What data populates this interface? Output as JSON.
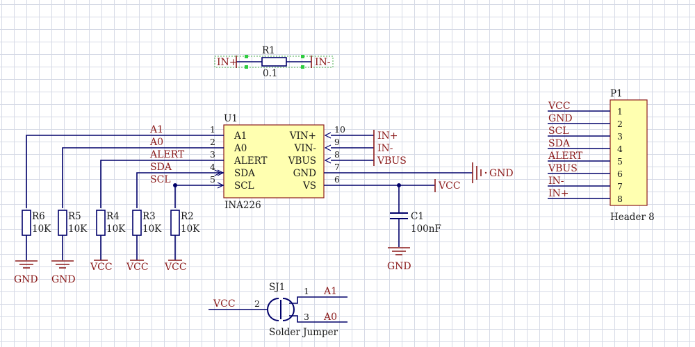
{
  "r1": {
    "ref": "R1",
    "value": "0.1",
    "left_net": "IN+",
    "right_net": "IN-"
  },
  "u1": {
    "ref": "U1",
    "part": "INA226",
    "left_pins": [
      {
        "num": "1",
        "name": "A1",
        "net": "A1"
      },
      {
        "num": "2",
        "name": "A0",
        "net": "A0"
      },
      {
        "num": "3",
        "name": "ALERT",
        "net": "ALERT"
      },
      {
        "num": "4",
        "name": "SDA",
        "net": "SDA"
      },
      {
        "num": "5",
        "name": "SCL",
        "net": "SCL"
      }
    ],
    "right_pins": [
      {
        "num": "10",
        "name": "VIN+",
        "net": "IN+"
      },
      {
        "num": "9",
        "name": "VIN-",
        "net": "IN-"
      },
      {
        "num": "8",
        "name": "VBUS",
        "net": "VBUS"
      },
      {
        "num": "7",
        "name": "GND",
        "net": "GND"
      },
      {
        "num": "6",
        "name": "VS",
        "net": "VCC"
      }
    ]
  },
  "resistors": [
    {
      "ref": "R6",
      "value": "10K",
      "power": "GND"
    },
    {
      "ref": "R5",
      "value": "10K",
      "power": "GND"
    },
    {
      "ref": "R4",
      "value": "10K",
      "power": "VCC"
    },
    {
      "ref": "R3",
      "value": "10K",
      "power": "VCC"
    },
    {
      "ref": "R2",
      "value": "10K",
      "power": "VCC"
    }
  ],
  "c1": {
    "ref": "C1",
    "value": "100nF",
    "power": "GND"
  },
  "p1": {
    "ref": "P1",
    "part": "Header 8",
    "pins": [
      {
        "num": "1",
        "net": "VCC"
      },
      {
        "num": "2",
        "net": "GND"
      },
      {
        "num": "3",
        "net": "SCL"
      },
      {
        "num": "4",
        "net": "SDA"
      },
      {
        "num": "5",
        "net": "ALERT"
      },
      {
        "num": "6",
        "net": "VBUS"
      },
      {
        "num": "7",
        "net": "IN-"
      },
      {
        "num": "8",
        "net": "IN+"
      }
    ]
  },
  "sj1": {
    "ref": "SJ1",
    "part": "Solder Jumper",
    "pin2": "2",
    "pin2_net": "VCC",
    "pin1": "1",
    "pin1_net": "A1",
    "pin3": "3",
    "pin3_net": "A0"
  },
  "colors": {
    "wire": "#00006a",
    "net_label": "#8b1a1a",
    "ic_fill": "#ffffb0",
    "grid": "#d6dae6"
  }
}
